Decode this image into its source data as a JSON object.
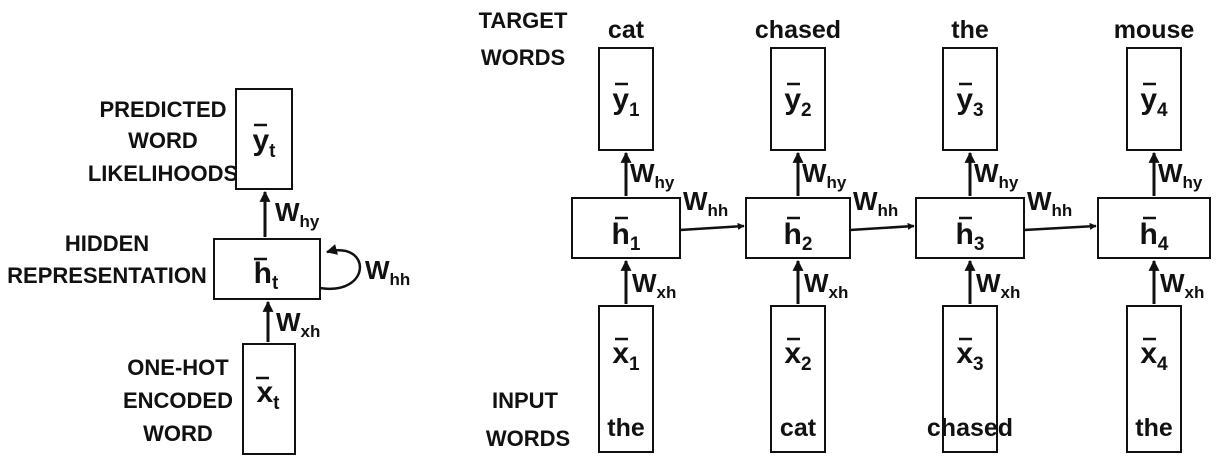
{
  "folded": {
    "label_output": [
      "PREDICTED",
      "WORD",
      "LIKELIHOODS"
    ],
    "label_hidden": [
      "HIDDEN",
      "REPRESENTATION"
    ],
    "label_input": [
      "ONE-HOT",
      "ENCODED",
      "WORD"
    ],
    "output_var": {
      "base": "y",
      "sub": "t"
    },
    "hidden_var": {
      "base": "h",
      "sub": "t"
    },
    "input_var": {
      "base": "x",
      "sub": "t"
    },
    "w_hy": {
      "base": "W",
      "sub": "hy"
    },
    "w_hh": {
      "base": "W",
      "sub": "hh"
    },
    "w_xh": {
      "base": "W",
      "sub": "xh"
    }
  },
  "unrolled": {
    "label_target": [
      "TARGET",
      "WORDS"
    ],
    "label_input": [
      "INPUT",
      "WORDS"
    ],
    "steps": [
      {
        "target": "cat",
        "input": "the",
        "y": {
          "base": "y",
          "sub": "1"
        },
        "h": {
          "base": "h",
          "sub": "1"
        },
        "x": {
          "base": "x",
          "sub": "1"
        }
      },
      {
        "target": "chased",
        "input": "cat",
        "y": {
          "base": "y",
          "sub": "2"
        },
        "h": {
          "base": "h",
          "sub": "2"
        },
        "x": {
          "base": "x",
          "sub": "2"
        }
      },
      {
        "target": "the",
        "input": "chased",
        "y": {
          "base": "y",
          "sub": "3"
        },
        "h": {
          "base": "h",
          "sub": "3"
        },
        "x": {
          "base": "x",
          "sub": "3"
        }
      },
      {
        "target": "mouse",
        "input": "the",
        "y": {
          "base": "y",
          "sub": "4"
        },
        "h": {
          "base": "h",
          "sub": "4"
        },
        "x": {
          "base": "x",
          "sub": "4"
        }
      }
    ],
    "w_hy": {
      "base": "W",
      "sub": "hy"
    },
    "w_hh": {
      "base": "W",
      "sub": "hh"
    },
    "w_xh": {
      "base": "W",
      "sub": "xh"
    }
  }
}
